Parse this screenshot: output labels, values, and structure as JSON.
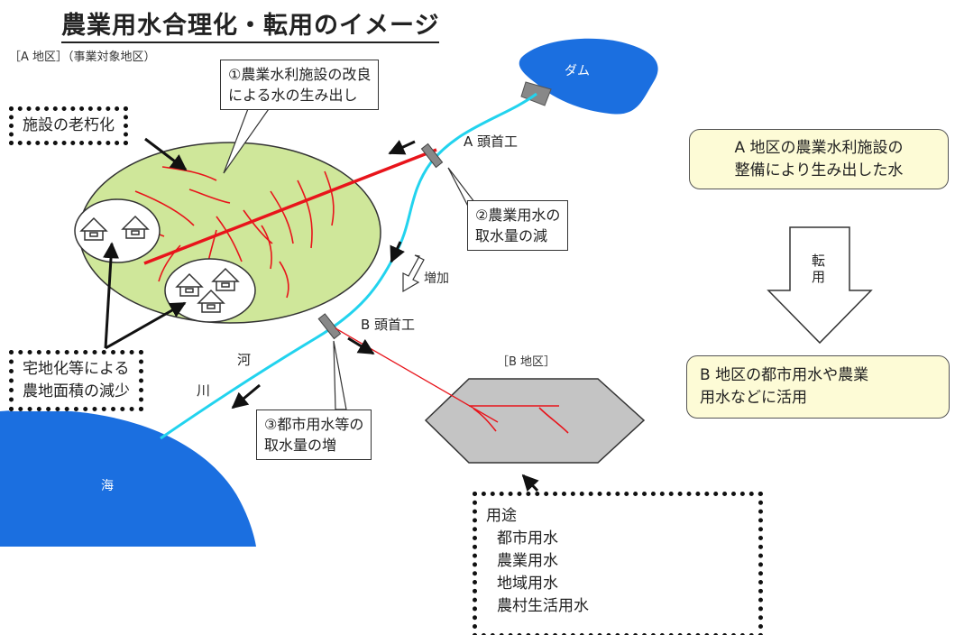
{
  "title": "農業用水合理化・転用のイメージ",
  "area_a_label": "［A 地区］（事業対象地区）",
  "area_b_label": "［B 地区］",
  "dam_label": "ダム",
  "sea_label": "海",
  "river_label_1": "河",
  "river_label_2": "川",
  "headworks_a": "A 頭首工",
  "headworks_b": "B 頭首工",
  "increase_label": "増加",
  "callouts": {
    "improvement": [
      "①農業水利施設の改良",
      "による水の生み出し"
    ],
    "decrease": [
      "②農業用水の",
      "取水量の減"
    ],
    "increase": [
      "③都市用水等の",
      "取水量の増"
    ],
    "aging": "施設の老朽化",
    "housing": [
      "宅地化等による",
      "農地面積の減少"
    ]
  },
  "usage": {
    "heading": "用途",
    "items": [
      "都市用水",
      "農業用水",
      "地域用水",
      "農村生活用水"
    ]
  },
  "right_panel": {
    "top": [
      "A 地区の農業水利施設の",
      "整備により生み出した水"
    ],
    "arrow_label": [
      "転",
      "用"
    ],
    "bottom": [
      "B 地区の都市用水や農業",
      "用水などに活用"
    ]
  },
  "colors": {
    "water": "#1b6fe0",
    "river": "#22d3ee",
    "farmland": "#cfe79a",
    "canal": "#e8141b",
    "city": "#c4c4c4"
  }
}
